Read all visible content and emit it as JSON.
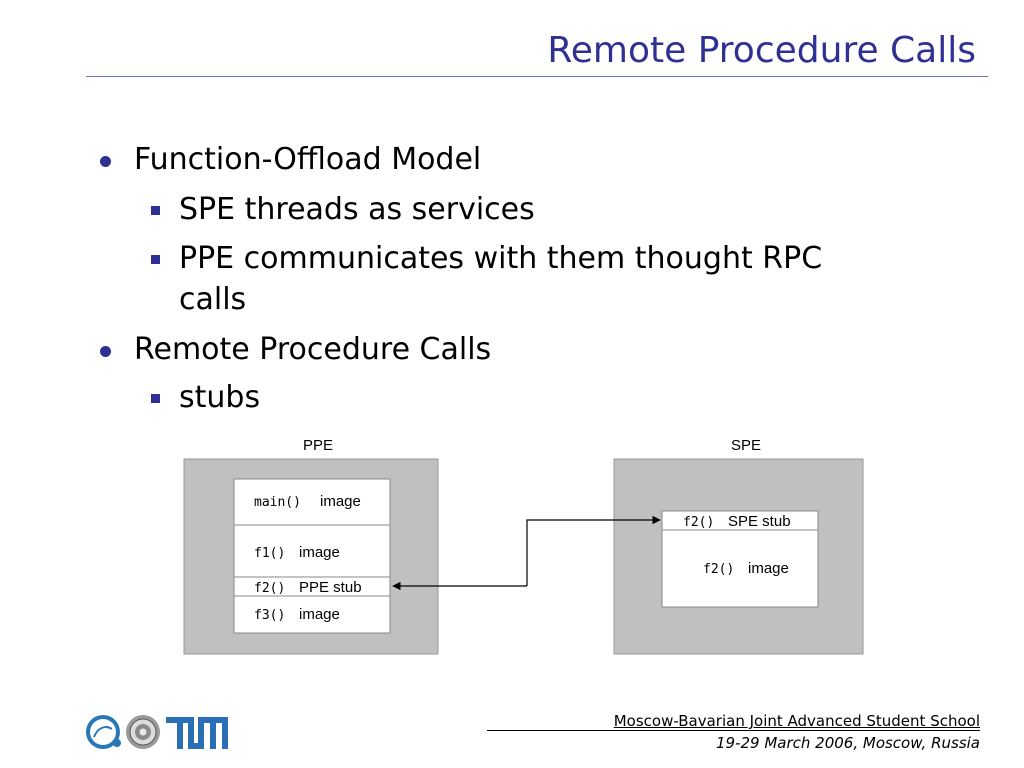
{
  "slide": {
    "title": "Remote Procedure Calls",
    "bullets": [
      {
        "text": "Function-Offload Model",
        "sub": [
          {
            "text_lines": [
              "SPE threads as services"
            ]
          },
          {
            "text_lines": [
              "PPE communicates with them thought RPC",
              "calls"
            ]
          }
        ]
      },
      {
        "text": "Remote Procedure Calls",
        "sub": [
          {
            "text_lines": [
              "stubs"
            ]
          }
        ]
      }
    ]
  },
  "diagram": {
    "ppe": {
      "label": "PPE",
      "rows": [
        {
          "code": "main()",
          "text": "image"
        },
        {
          "code": "f1()",
          "text": "image"
        },
        {
          "code": "f2()",
          "text": "PPE stub"
        },
        {
          "code": "f3()",
          "text": "image"
        }
      ]
    },
    "spe": {
      "label": "SPE",
      "rows": [
        {
          "code": "f2()",
          "text": "SPE stub"
        },
        {
          "code": "f2()",
          "text": "image"
        }
      ]
    }
  },
  "footer": {
    "line1": "Moscow-Bavarian Joint Advanced Student School",
    "line2": "19-29 March 2006, Moscow, Russia"
  },
  "colors": {
    "accent": "#2e3192",
    "panel": "#c0c0c0"
  },
  "logos": {
    "left": "jass-logo",
    "middle": "university-seal",
    "right": "TUM"
  }
}
